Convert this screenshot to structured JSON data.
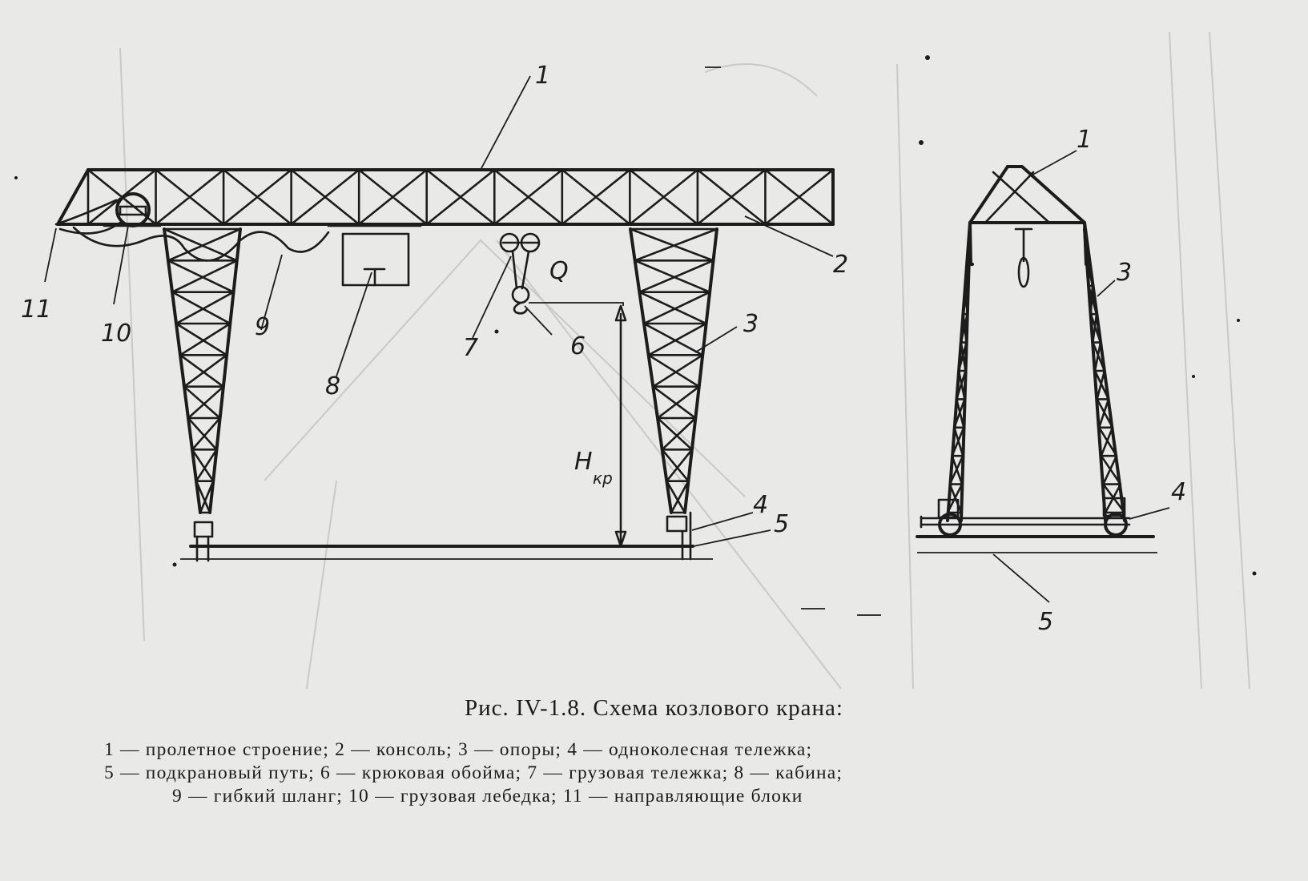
{
  "figure": {
    "caption": "Рис. IV-1.8. Схема козлового крана:",
    "legend_lines": [
      "1 — пролетное строение;  2 — консоль;  3 — опоры;  4 — одноколесная  тележка;",
      "5 — подкрановый путь; 6 — крюковая обойма; 7 — грузовая тележка; 8 — кабина;",
      "9 — гибкий шланг; 10 — грузовая лебедка; 11 — направляющие блоки"
    ]
  },
  "front_view": {
    "callouts": {
      "c1": "1",
      "c2": "2",
      "c3": "3",
      "c4": "4",
      "c5": "5",
      "c6": "6",
      "c7": "7",
      "c8": "8",
      "c9": "9",
      "c10": "10",
      "c11": "11"
    },
    "load_label": "Q",
    "height_label": "H",
    "height_subscript": "кр"
  },
  "side_view": {
    "callouts": {
      "c1": "1",
      "c3": "3",
      "c4": "4",
      "c5": "5"
    }
  }
}
